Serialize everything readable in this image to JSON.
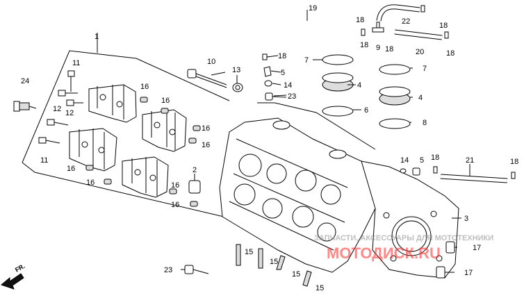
{
  "callouts": [
    {
      "id": "c1",
      "text": "1"
    },
    {
      "id": "c2",
      "text": "2"
    },
    {
      "id": "c3",
      "text": "3"
    },
    {
      "id": "c4a",
      "text": "4"
    },
    {
      "id": "c4b",
      "text": "4"
    },
    {
      "id": "c5a",
      "text": "5"
    },
    {
      "id": "c5b",
      "text": "5"
    },
    {
      "id": "c6",
      "text": "6"
    },
    {
      "id": "c7a",
      "text": "7"
    },
    {
      "id": "c7b",
      "text": "7"
    },
    {
      "id": "c8",
      "text": "8"
    },
    {
      "id": "c9",
      "text": "9"
    },
    {
      "id": "c10",
      "text": "10"
    },
    {
      "id": "c11a",
      "text": "11"
    },
    {
      "id": "c11b",
      "text": "11"
    },
    {
      "id": "c12a",
      "text": "12"
    },
    {
      "id": "c12b",
      "text": "12"
    },
    {
      "id": "c13",
      "text": "13"
    },
    {
      "id": "c14a",
      "text": "14"
    },
    {
      "id": "c14b",
      "text": "14"
    },
    {
      "id": "c15a",
      "text": "15"
    },
    {
      "id": "c15b",
      "text": "15"
    },
    {
      "id": "c15c",
      "text": "15"
    },
    {
      "id": "c15d",
      "text": "15"
    },
    {
      "id": "c16a",
      "text": "16"
    },
    {
      "id": "c16b",
      "text": "16"
    },
    {
      "id": "c16c",
      "text": "16"
    },
    {
      "id": "c16d",
      "text": "16"
    },
    {
      "id": "c16e",
      "text": "16"
    },
    {
      "id": "c16f",
      "text": "16"
    },
    {
      "id": "c16g",
      "text": "16"
    },
    {
      "id": "c16h",
      "text": "16"
    },
    {
      "id": "c17a",
      "text": "17"
    },
    {
      "id": "c17b",
      "text": "17"
    },
    {
      "id": "c18a",
      "text": "18"
    },
    {
      "id": "c18b",
      "text": "18"
    },
    {
      "id": "c18c",
      "text": "18"
    },
    {
      "id": "c18d",
      "text": "18"
    },
    {
      "id": "c18e",
      "text": "18"
    },
    {
      "id": "c18f",
      "text": "18"
    },
    {
      "id": "c18g",
      "text": "18"
    },
    {
      "id": "c18h",
      "text": "18"
    },
    {
      "id": "c19",
      "text": "19"
    },
    {
      "id": "c20",
      "text": "20"
    },
    {
      "id": "c21",
      "text": "21"
    },
    {
      "id": "c22",
      "text": "22"
    },
    {
      "id": "c23a",
      "text": "23"
    },
    {
      "id": "c23b",
      "text": "23"
    },
    {
      "id": "c24",
      "text": "24"
    }
  ],
  "direction_label": "FR.",
  "watermark": {
    "line1": "ЗАПЧАСТИ, АКСЕССУАРЫ ДЛЯ МОТОТЕХНИКИ",
    "line2": "МОТОДИСК.RU"
  }
}
